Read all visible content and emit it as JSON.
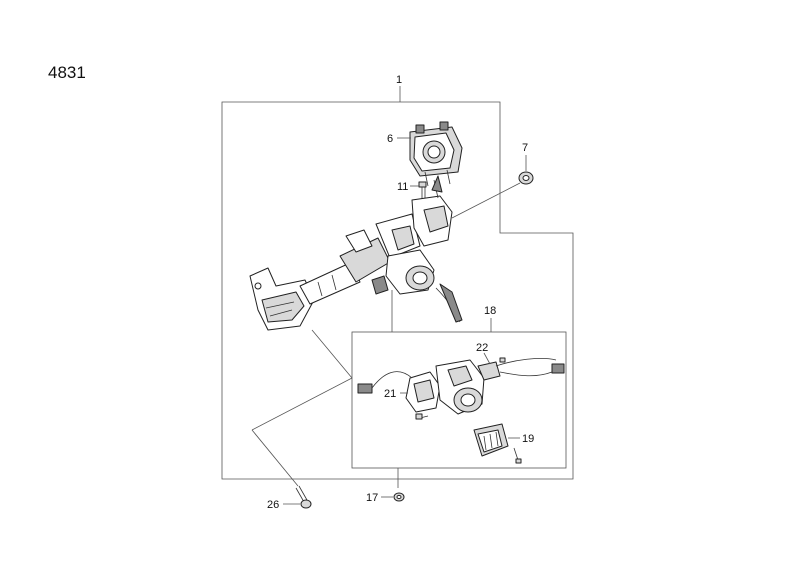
{
  "diagram_code": "4831",
  "callouts": {
    "c1": "1",
    "c6": "6",
    "c7": "7",
    "c11": "11",
    "c17": "17",
    "c18": "18",
    "c19": "19",
    "c21": "21",
    "c22": "22",
    "c26": "26"
  }
}
